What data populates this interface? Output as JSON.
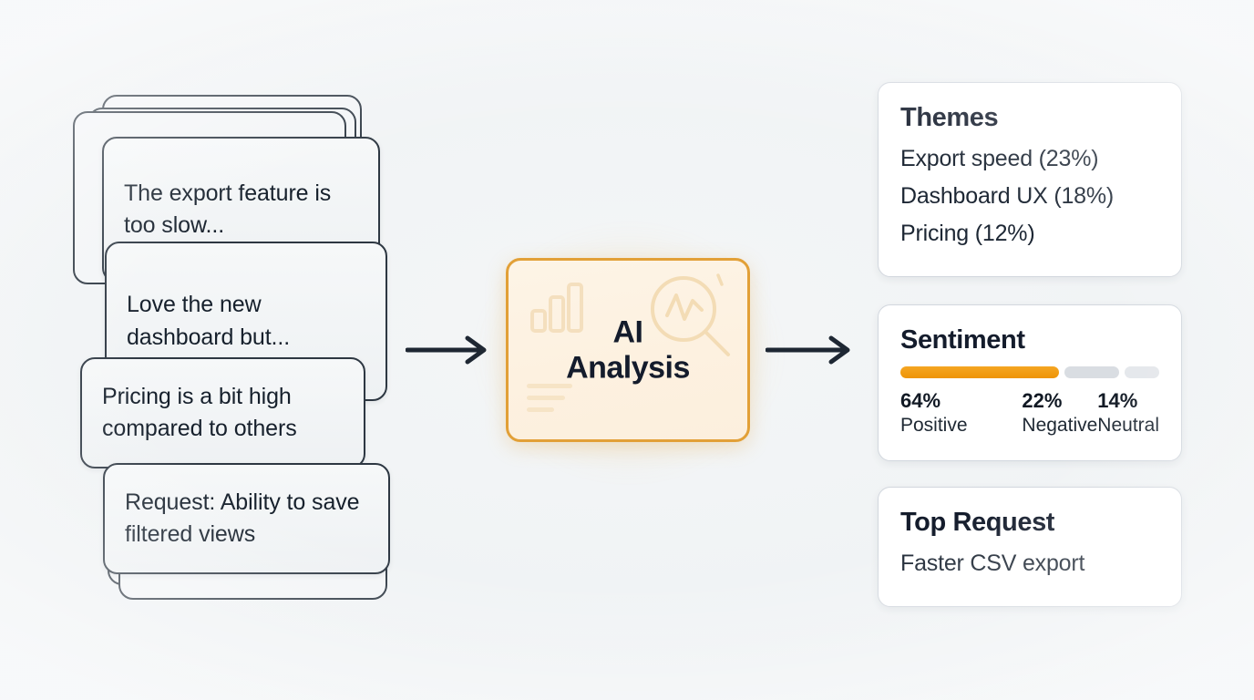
{
  "canvas": {
    "background_color": "#eff2f4",
    "accent_color": "#f5a623",
    "ink_color": "#141c2c"
  },
  "feedback_stack": {
    "name": "customer-feedback-cards",
    "ghost_card_count": 5,
    "cards": [
      {
        "text": "The export feature is too slow..."
      },
      {
        "text": "Love the new dashboard but..."
      },
      {
        "text": "Pricing is a bit high compared to others"
      },
      {
        "text": "Request: Ability to save filtered views"
      }
    ]
  },
  "process": {
    "label": "AI\nAnalysis",
    "label_line1": "AI",
    "label_line2": "Analysis",
    "border_color": "#e2a037",
    "fill_color": "#fdf2e2",
    "decorations": [
      "bar-chart-icon",
      "magnifier-chart-icon",
      "text-lines-icon"
    ]
  },
  "arrows": [
    {
      "name": "arrow-input-to-analysis",
      "direction": "right"
    },
    {
      "name": "arrow-analysis-to-output",
      "direction": "right"
    }
  ],
  "panels": {
    "themes": {
      "title": "Themes",
      "items": [
        "Export speed (23%)",
        "Dashboard UX (18%)",
        "Pricing (12%)"
      ]
    },
    "sentiment": {
      "title": "Sentiment",
      "segments": [
        {
          "label": "Positive",
          "value": "64%",
          "percent": 64,
          "color": "#f5a623"
        },
        {
          "label": "Negative",
          "value": "22%",
          "percent": 22,
          "color": "#d9dde2"
        },
        {
          "label": "Neutral",
          "value": "14%",
          "percent": 14,
          "color": "#e4e7eb"
        }
      ]
    },
    "top_request": {
      "title": "Top Request",
      "value": "Faster CSV export"
    }
  },
  "chart_data": {
    "type": "bar",
    "title": "Sentiment",
    "categories": [
      "Positive",
      "Negative",
      "Neutral"
    ],
    "values": [
      64,
      22,
      14
    ],
    "unit": "%",
    "xlabel": "",
    "ylabel": "",
    "ylim": [
      0,
      100
    ],
    "legend": "none",
    "grid": false,
    "annotations": [
      "Export speed (23%)",
      "Dashboard UX (18%)",
      "Pricing (12%)"
    ]
  }
}
